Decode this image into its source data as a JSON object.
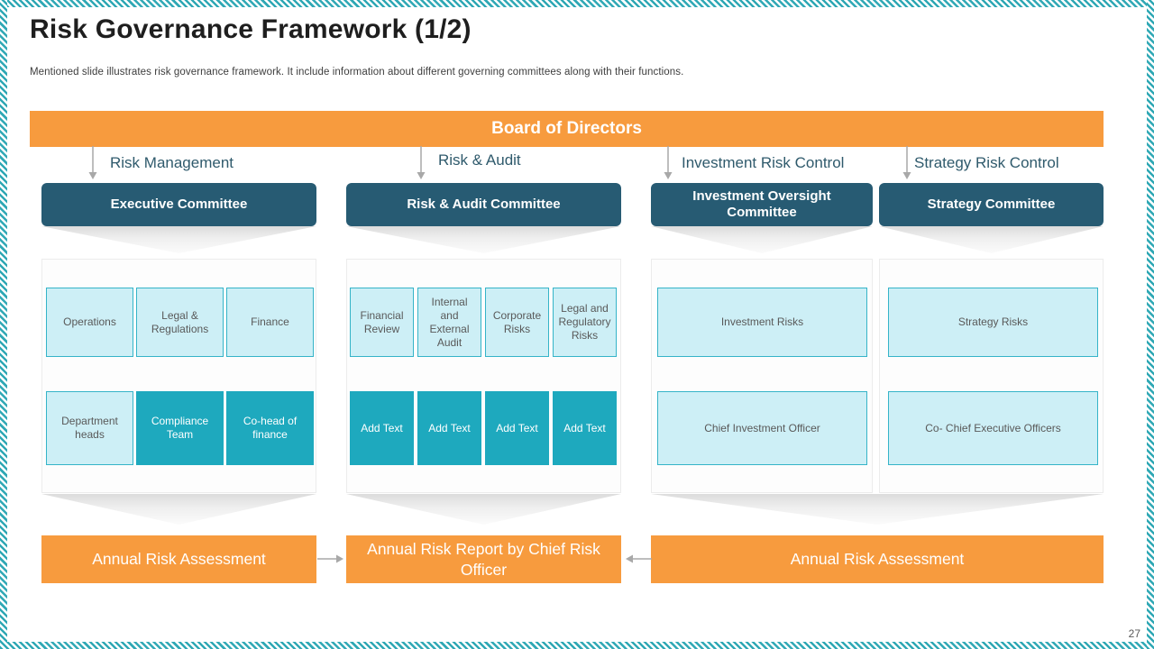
{
  "slide": {
    "title": "Risk Governance Framework (1/2)",
    "subtitle": "Mentioned slide illustrates risk governance framework. It include information about different governing committees along with their functions.",
    "page_number": "27"
  },
  "board": {
    "label": "Board of Directors"
  },
  "columns": [
    {
      "branch_label": "Risk Management",
      "committee": "Executive Committee",
      "function_boxes": [
        {
          "label": "Operations",
          "style": "light"
        },
        {
          "label": "Legal & Regulations",
          "style": "light"
        },
        {
          "label": "Finance",
          "style": "light"
        }
      ],
      "owner_boxes": [
        {
          "label": "Department heads",
          "style": "light"
        },
        {
          "label": "Compliance Team",
          "style": "teal"
        },
        {
          "label": "Co-head of finance",
          "style": "teal"
        }
      ]
    },
    {
      "branch_label": "Risk & Audit",
      "committee": "Risk & Audit Committee",
      "function_boxes": [
        {
          "label": "Financial Review",
          "style": "light"
        },
        {
          "label": "Internal and External Audit",
          "style": "light"
        },
        {
          "label": "Corporate Risks",
          "style": "light"
        },
        {
          "label": "Legal and Regulatory Risks",
          "style": "light"
        }
      ],
      "owner_boxes": [
        {
          "label": "Add Text",
          "style": "teal"
        },
        {
          "label": "Add Text",
          "style": "teal"
        },
        {
          "label": "Add Text",
          "style": "teal"
        },
        {
          "label": "Add Text",
          "style": "teal"
        }
      ]
    },
    {
      "branch_label": "Investment Risk Control",
      "committee": "Investment Oversight Committee",
      "function_boxes": [
        {
          "label": "Investment Risks",
          "style": "light"
        }
      ],
      "owner_boxes": [
        {
          "label": "Chief Investment Officer",
          "style": "light"
        }
      ]
    },
    {
      "branch_label": "Strategy Risk Control",
      "committee": "Strategy Committee",
      "function_boxes": [
        {
          "label": "Strategy Risks",
          "style": "light"
        }
      ],
      "owner_boxes": [
        {
          "label": "Co- Chief Executive Officers",
          "style": "light"
        }
      ]
    }
  ],
  "footer": {
    "banners": [
      "Annual Risk Assessment",
      "Annual Risk Report by Chief Risk Officer",
      "Annual Risk Assessment"
    ]
  },
  "colors": {
    "accent_orange": "#f79b3e",
    "committee_dark_teal": "#275b73",
    "teal": "#1ea9be",
    "light_blue": "#cdeff6",
    "light_blue_border": "#35b4c8",
    "frame_stripe_teal": "#2fa8b5"
  }
}
